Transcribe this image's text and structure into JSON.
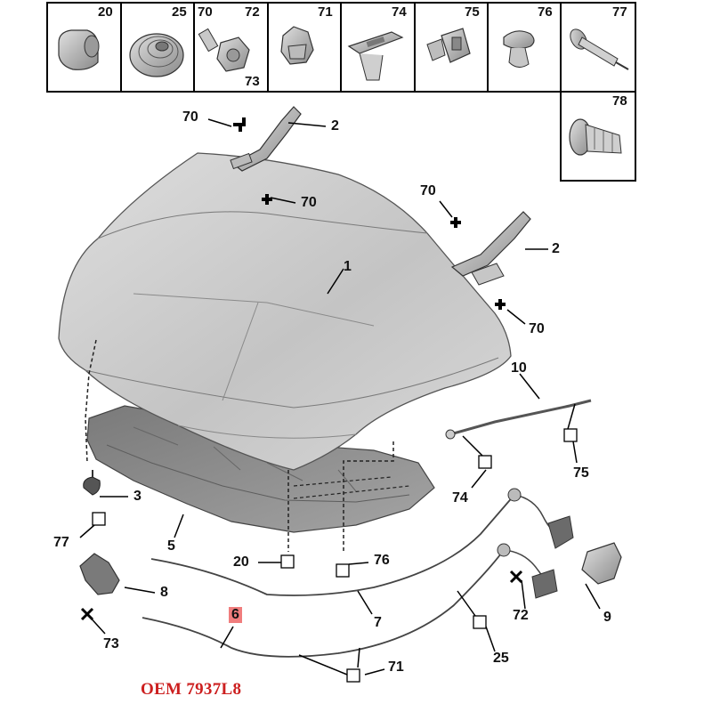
{
  "parts_table": {
    "cells": [
      {
        "left": "20",
        "right": "",
        "bottom": ""
      },
      {
        "left": "",
        "right": "25",
        "bottom": ""
      },
      {
        "left": "70",
        "right": "72",
        "bottom": "73"
      },
      {
        "left": "",
        "right": "71",
        "bottom": ""
      },
      {
        "left": "",
        "right": "74",
        "bottom": ""
      },
      {
        "left": "",
        "right": "75",
        "bottom": ""
      },
      {
        "left": "",
        "right": "76",
        "bottom": ""
      },
      {
        "left": "",
        "right": "77",
        "bottom": ""
      }
    ],
    "extra_cell": {
      "right": "78"
    }
  },
  "callouts": {
    "hood": "1",
    "hinge_left": "2",
    "hinge_right": "2",
    "bolt_a": "70",
    "bolt_b": "70",
    "bolt_c": "70",
    "bolt_d": "70",
    "stop": "3",
    "clip_77": "77",
    "insulation": "5",
    "clip_20": "20",
    "clip_76": "76",
    "prop_rod": "10",
    "clip_74": "74",
    "clip_75": "75",
    "cable_7": "7",
    "lock": "8",
    "bolt_73": "73",
    "cable_6": "6",
    "clip_71": "71",
    "cable_25": "25",
    "bolt_72": "72",
    "handle": "9"
  },
  "oem": "OEM 7937L8",
  "colors": {
    "oem_text": "#cc1f1f",
    "highlight": "#f07d7d",
    "hood_fill": "#c9c9c9",
    "liner_fill": "#8e8e8e"
  }
}
